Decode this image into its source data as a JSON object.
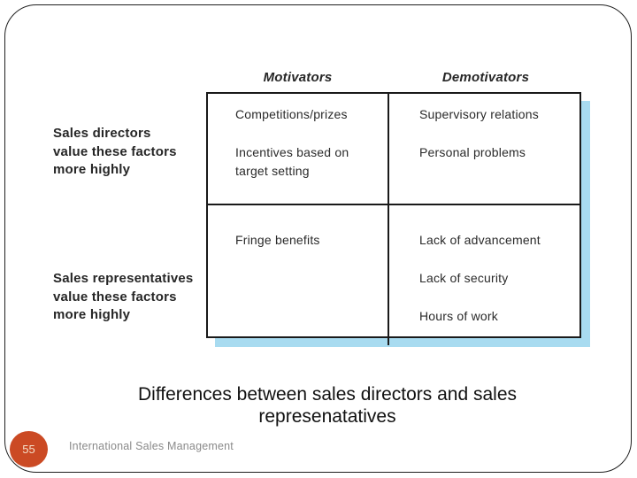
{
  "slide": {
    "caption": "Differences between sales directors and sales\nrepresenatatives",
    "page_number": "55",
    "footer_text": "International Sales Management"
  },
  "figure": {
    "column_headers": {
      "motivators": "Motivators",
      "demotivators": "Demotivators"
    },
    "row_labels": {
      "directors": "Sales directors\nvalue these factors\nmore highly",
      "representatives": "Sales representatives\nvalue these factors\nmore highly"
    },
    "cells": {
      "directors_motivators": [
        "Competitions/prizes",
        "Incentives based on\ntarget setting"
      ],
      "directors_demotivators": [
        "Supervisory relations",
        "Personal problems"
      ],
      "representatives_motivators": [
        "Fringe benefits"
      ],
      "representatives_demotivators": [
        "Lack of advancement",
        "Lack of security",
        "Hours of work"
      ]
    },
    "colors": {
      "table_border": "#1a1a1a",
      "table_shadow": "#a8dbf0",
      "badge_background": "#cb4a24",
      "badge_text": "#f4dfc9",
      "footer_text": "#8a8a8a",
      "body_text": "#262626"
    }
  }
}
